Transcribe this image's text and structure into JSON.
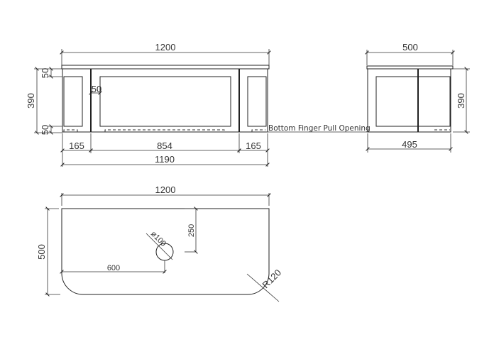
{
  "drawing": {
    "front_elevation": {
      "overall_width": "1200",
      "height": "390",
      "top_rail": "50",
      "bottom_rail": "50",
      "stile": "50",
      "left_panel_width": "165",
      "center_panel_width": "854",
      "right_panel_width": "165",
      "carcass_width": "1190"
    },
    "side_elevation": {
      "depth": "500",
      "height": "390",
      "carcass_depth": "495"
    },
    "annotation": {
      "label": "Bottom Finger Pull Opening"
    },
    "top_plan": {
      "width": "1200",
      "depth": "500",
      "hole_diameter": "ø100",
      "hole_offset_x": "600",
      "hole_offset_y": "250",
      "corner_radius": "R120"
    }
  },
  "colors": {
    "line": "#222222",
    "text": "#333333",
    "background": "#ffffff"
  }
}
